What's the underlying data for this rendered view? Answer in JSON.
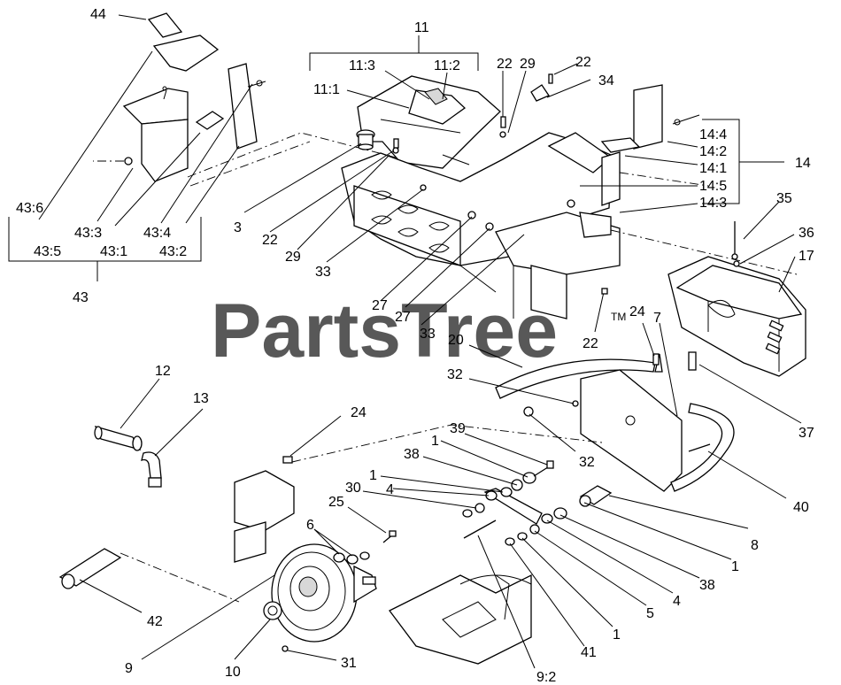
{
  "watermark": {
    "text": "PartsTree",
    "trademark": "TM"
  },
  "groups": {
    "g43": [
      "43:6",
      "43:5",
      "43:3",
      "43:1",
      "43:4",
      "43:2",
      "43"
    ],
    "g11": [
      "11",
      "11:3",
      "11:2",
      "11:1"
    ],
    "g14": [
      "14:4",
      "14:2",
      "14:1",
      "14:5",
      "14:3",
      "14"
    ]
  },
  "labels": {
    "l44": "44",
    "l11": "11",
    "l11_3": "11:3",
    "l11_2": "11:2",
    "l11_1": "11:1",
    "l22a": "22",
    "l29a": "29",
    "l22b": "22",
    "l34": "34",
    "l14_4": "14:4",
    "l14_2": "14:2",
    "l14_1": "14:1",
    "l14": "14",
    "l14_5": "14:5",
    "l14_3": "14:3",
    "l43_6": "43:6",
    "l43_3": "43:3",
    "l43_4": "43:4",
    "l43_5": "43:5",
    "l43_1": "43:1",
    "l43_2": "43:2",
    "l43": "43",
    "l3": "3",
    "l22c": "22",
    "l29b": "29",
    "l33a": "33",
    "l27a": "27",
    "l27b": "27",
    "l33b": "33",
    "l35": "35",
    "l36": "36",
    "l17": "17",
    "l22d": "22",
    "l24a": "24",
    "l7": "7",
    "l20": "20",
    "l37": "37",
    "l32a": "32",
    "l32b": "32",
    "l12": "12",
    "l13": "13",
    "l24b": "24",
    "l39": "39",
    "l1a": "1",
    "l38a": "38",
    "l1b": "1",
    "l4a": "4",
    "l30": "30",
    "l25": "25",
    "l6": "6",
    "l40": "40",
    "l8": "8",
    "l1c": "1",
    "l38b": "38",
    "l4b": "4",
    "l5": "5",
    "l42": "42",
    "l9": "9",
    "l10": "10",
    "l31": "31",
    "l9_2": "9:2",
    "l41": "41",
    "l1d": "1"
  }
}
